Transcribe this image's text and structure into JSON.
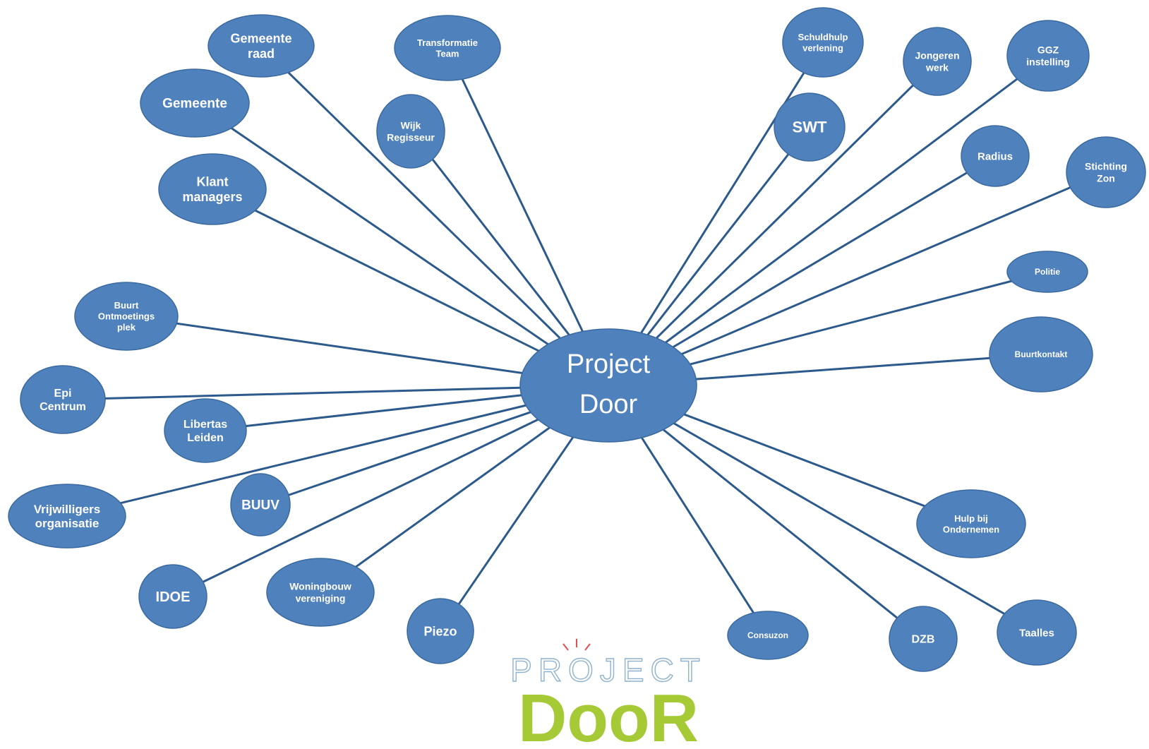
{
  "center": {
    "line1": "Project",
    "line2": "Door"
  },
  "nodes": [
    {
      "id": "gemeente-raad",
      "lines": [
        "Gemeente",
        "raad"
      ]
    },
    {
      "id": "transformatie-team",
      "lines": [
        "Transformatie",
        "Team"
      ]
    },
    {
      "id": "gemeente",
      "lines": [
        "Gemeente"
      ]
    },
    {
      "id": "wijk-regisseur",
      "lines": [
        "Wijk",
        "Regisseur"
      ]
    },
    {
      "id": "klant-managers",
      "lines": [
        "Klant",
        "managers"
      ]
    },
    {
      "id": "buurt-ontmoetingsplek",
      "lines": [
        "Buurt",
        "Ontmoetings",
        "plek"
      ]
    },
    {
      "id": "epi-centrum",
      "lines": [
        "Epi",
        "Centrum"
      ]
    },
    {
      "id": "libertas-leiden",
      "lines": [
        "Libertas",
        "Leiden"
      ]
    },
    {
      "id": "vrijwilligers-organisatie",
      "lines": [
        "Vrijwilligers",
        "organisatie"
      ]
    },
    {
      "id": "buuv",
      "lines": [
        "BUUV"
      ]
    },
    {
      "id": "idoe",
      "lines": [
        "IDOE"
      ]
    },
    {
      "id": "woningbouw-vereniging",
      "lines": [
        "Woningbouw",
        "vereniging"
      ]
    },
    {
      "id": "piezo",
      "lines": [
        "Piezo"
      ]
    },
    {
      "id": "schuldhulpverlening",
      "lines": [
        "Schuldhulp",
        "verlening"
      ]
    },
    {
      "id": "jongeren-werk",
      "lines": [
        "Jongeren",
        "werk"
      ]
    },
    {
      "id": "ggz-instelling",
      "lines": [
        "GGZ",
        "instelling"
      ]
    },
    {
      "id": "swt",
      "lines": [
        "SWT"
      ]
    },
    {
      "id": "radius",
      "lines": [
        "Radius"
      ]
    },
    {
      "id": "stichting-zon",
      "lines": [
        "Stichting",
        "Zon"
      ]
    },
    {
      "id": "politie",
      "lines": [
        "Politie"
      ]
    },
    {
      "id": "buurtkontakt",
      "lines": [
        "Buurtkontakt"
      ]
    },
    {
      "id": "hulp-bij-ondernemen",
      "lines": [
        "Hulp bij",
        "Ondernemen"
      ]
    },
    {
      "id": "consuzon",
      "lines": [
        "Consuzon"
      ]
    },
    {
      "id": "dzb",
      "lines": [
        "DZB"
      ]
    },
    {
      "id": "taalles",
      "lines": [
        "Taalles"
      ]
    }
  ],
  "logo": {
    "top": "PROJECT",
    "bottom": "DooR"
  },
  "colors": {
    "node_fill": "#4f81bd",
    "edge": "#2d5a8c",
    "logo_green": "#a6c936",
    "logo_blue": "#8fb3cf"
  }
}
